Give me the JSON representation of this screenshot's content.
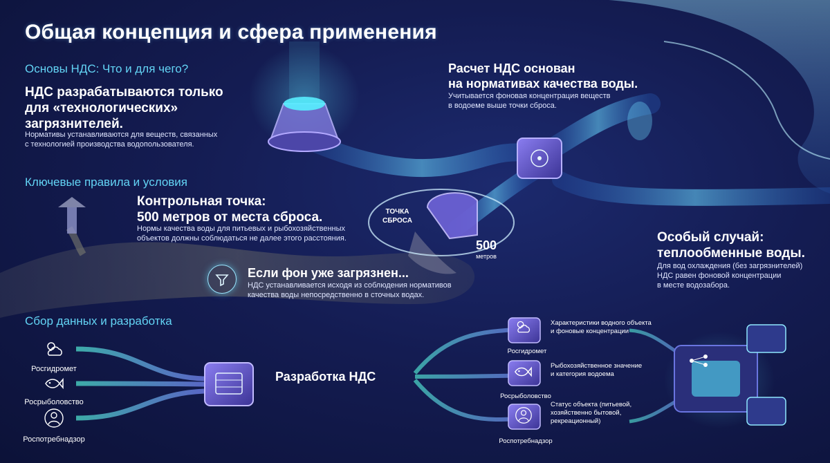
{
  "title": "Общая концепция и сфера применения",
  "basics": {
    "section": "Основы НДС: Что и для чего?",
    "heading_lines": [
      "НДС разрабатываются только",
      "для «технологических»",
      "загрязнителей."
    ],
    "body_lines": [
      "Нормативы устанавливаются для веществ, связанных",
      "с технологией производства водопользователя."
    ]
  },
  "calc": {
    "heading_lines": [
      "Расчет НДС основан",
      "на нормативах качества воды."
    ],
    "body_lines": [
      "Учитывается фоновая концентрация веществ",
      "в водоеме выше точки сброса."
    ]
  },
  "rules": {
    "section": "Ключевые правила и условия",
    "control_heading_lines": [
      "Контрольная точка:",
      "500 метров от места сброса."
    ],
    "control_body_lines": [
      "Нормы качества воды для питьевых и рыбохозяйственных",
      "объектов должны соблюдаться не далее этого расстояния."
    ],
    "discharge_label_lines": [
      "ТОЧКА",
      "СБРОСА"
    ],
    "distance_value": "500",
    "distance_unit": "метров"
  },
  "polluted": {
    "heading": "Если фон уже загрязнен...",
    "body_lines": [
      "НДС устанавливается исходя из соблюдения нормативов",
      "качества воды непосредственно в сточных водах."
    ]
  },
  "special": {
    "heading_lines": [
      "Особый случай:",
      "теплообменные воды."
    ],
    "body_lines": [
      "Для вод охлаждения (без загрязнителей)",
      "НДС равен фоновой концентрации",
      "в месте водозабора."
    ]
  },
  "collection": {
    "section": "Сбор данных и разработка",
    "sources": [
      "Росгидромет",
      "Росрыболовство",
      "Роспотребнадзор"
    ],
    "center_label": "Разработка НДС"
  },
  "right_flow": {
    "agencies": [
      "Росгидромет",
      "Росрыболовство",
      "Роспотребнадзор"
    ],
    "descriptions": [
      [
        "Характеристики водного объекта",
        "и фоновые концентрации"
      ],
      [
        "Рыбохозяйственное значение",
        "и категория водоема"
      ],
      [
        "Статус объекта (питьевой,",
        "хозяйственно бытовой,",
        "рекреационный)"
      ]
    ]
  },
  "icons": [
    "cloud-sun-icon",
    "fish-icon",
    "person-icon",
    "funnel-icon",
    "chip-icon",
    "network-icon"
  ],
  "colors": {
    "background": "#141c52",
    "accent_cyan": "#63d4f5",
    "glow": "#3fe3ff",
    "chip_purple": "#6f63d8"
  }
}
